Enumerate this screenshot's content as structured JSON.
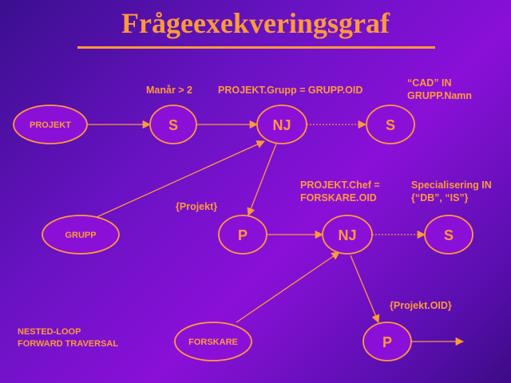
{
  "title": "Frågeexekveringsgraf",
  "colors": {
    "accent": "#ff9a3a",
    "node_fill": "#8a10d8"
  },
  "nodes": {
    "projekt": "PROJEKT",
    "grupp": "GRUPP",
    "forskare": "FORSKARE",
    "s1": "S",
    "nj1": "NJ",
    "s2": "S",
    "p1": "P",
    "nj2": "NJ",
    "s3": "S",
    "p2": "P"
  },
  "labels": {
    "manar": "Manår > 2",
    "grupp_join": "PROJEKT.Grupp = GRUPP.OID",
    "cad_line1": "“CAD” IN",
    "cad_line2": "GRUPP.Namn",
    "chef_line1": "PROJEKT.Chef =",
    "chef_line2": "FORSKARE.OID",
    "spec_line1": "Specialisering IN",
    "spec_line2": "{“DB”, “IS”}",
    "projekt_set": "{Projekt}",
    "projekt_oid": "{Projekt.OID}",
    "method_line1": "NESTED-LOOP",
    "method_line2": "FORWARD TRAVERSAL"
  }
}
